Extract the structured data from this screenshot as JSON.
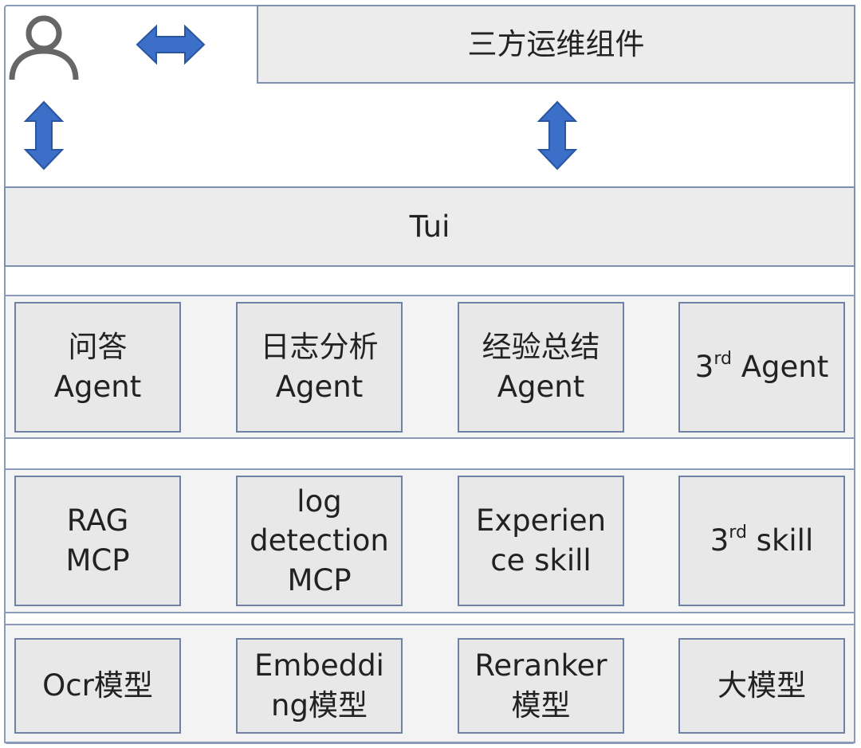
{
  "top_box": {
    "label": "三方运维组件"
  },
  "tui_bar": {
    "label": "Tui"
  },
  "agents_row": [
    {
      "lines": [
        "问答",
        "Agent"
      ]
    },
    {
      "lines": [
        "日志分析",
        "Agent"
      ]
    },
    {
      "lines": [
        "经验总结",
        "Agent"
      ]
    },
    {
      "base": "3",
      "sup": "rd",
      "rest": " Agent"
    }
  ],
  "skills_row": [
    {
      "lines": [
        "RAG",
        "MCP"
      ]
    },
    {
      "lines": [
        "log",
        "detection",
        "MCP"
      ]
    },
    {
      "lines": [
        "Experien",
        "ce skill"
      ]
    },
    {
      "base": "3",
      "sup": "rd",
      "rest": " skill"
    }
  ],
  "models_row": [
    {
      "lines": [
        "Ocr模型"
      ]
    },
    {
      "lines": [
        "Embeddi",
        "ng模型"
      ]
    },
    {
      "lines": [
        "Reranker",
        "模型"
      ]
    },
    {
      "lines": [
        "大模型"
      ]
    }
  ],
  "icons": [
    "user-icon",
    "double-arrow-horizontal-icon",
    "double-arrow-vertical-icon"
  ],
  "colors": {
    "arrow": "#3b6fc8",
    "border": "#7e8fb0",
    "fill": "#e8e8e8"
  }
}
